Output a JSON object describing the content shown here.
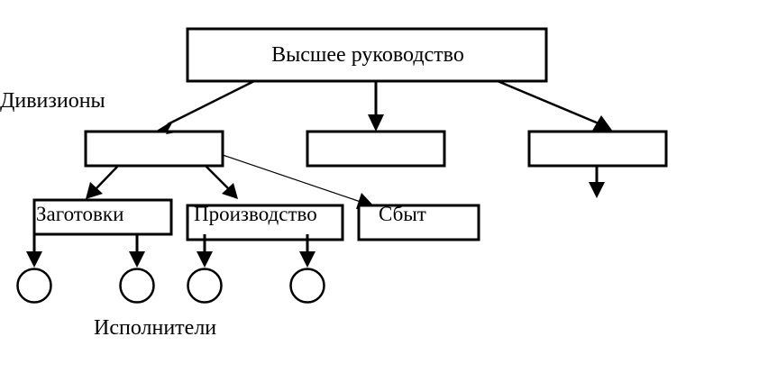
{
  "diagram": {
    "top": "Высшее руководство",
    "divisions_label": "Дивизионы",
    "functions": {
      "procurement": "Заготовки",
      "production": "Производство",
      "sales": "Сбыт"
    },
    "executors_label": "Исполнители"
  },
  "colors": {
    "stroke": "#000000",
    "background": "#ffffff"
  }
}
